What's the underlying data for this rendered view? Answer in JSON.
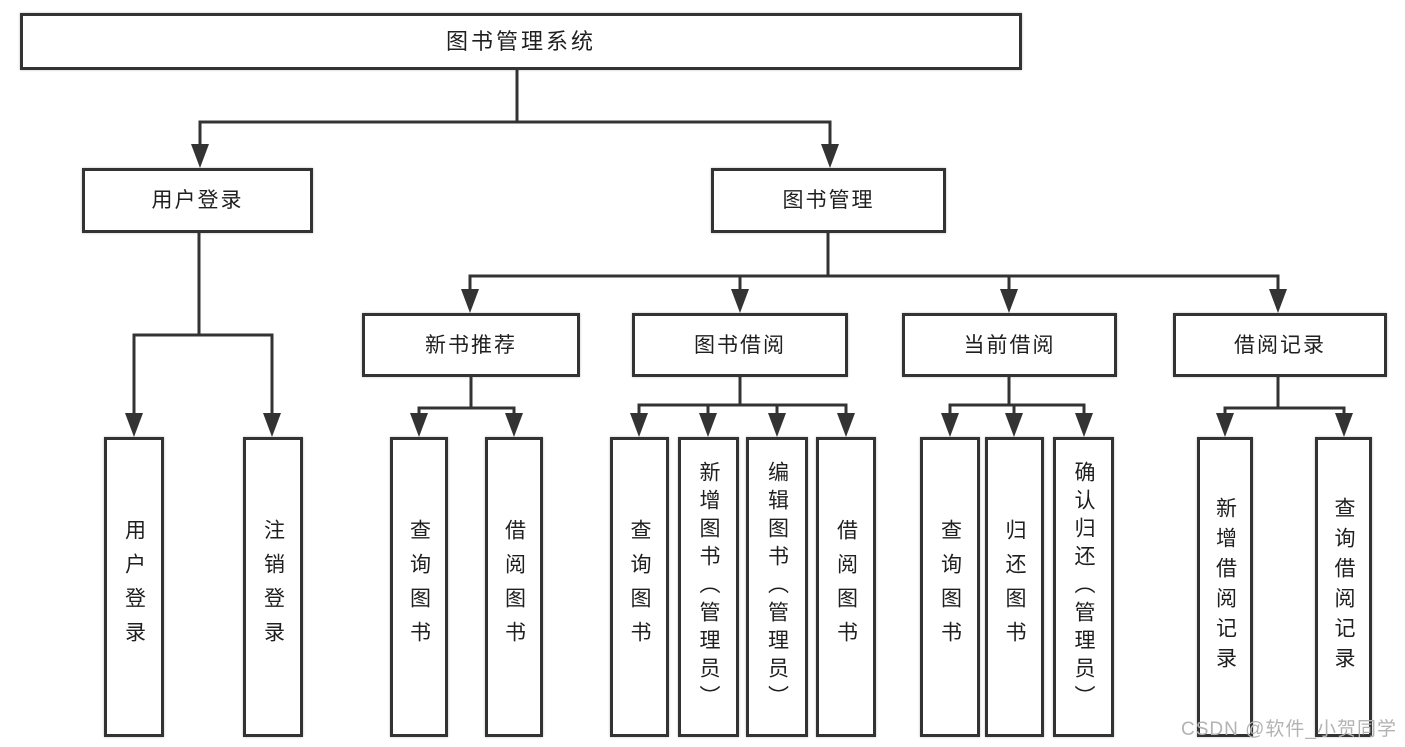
{
  "diagram": {
    "root": {
      "label": "图书管理系统"
    },
    "branches": [
      {
        "label": "用户登录",
        "items": [
          "用户登录",
          "注销登录"
        ]
      },
      {
        "label": "图书管理",
        "groups": [
          {
            "label": "新书推荐",
            "items": [
              "查询图书",
              "借阅图书"
            ]
          },
          {
            "label": "图书借阅",
            "items": [
              "查询图书",
              "新增图书（管理员）",
              "编辑图书（管理员）",
              "借阅图书"
            ]
          },
          {
            "label": "当前借阅",
            "items": [
              "查询图书",
              "归还图书",
              "确认归还（管理员）"
            ]
          },
          {
            "label": "借阅记录",
            "items": [
              "新增借阅记录",
              "查询借阅记录"
            ]
          }
        ]
      }
    ],
    "watermark": "CSDN @软件_小贺同学",
    "colors": {
      "line": "#333333",
      "text": "#1f1f1f",
      "watermark": "#b3b3b3",
      "background": "#ffffff"
    }
  }
}
